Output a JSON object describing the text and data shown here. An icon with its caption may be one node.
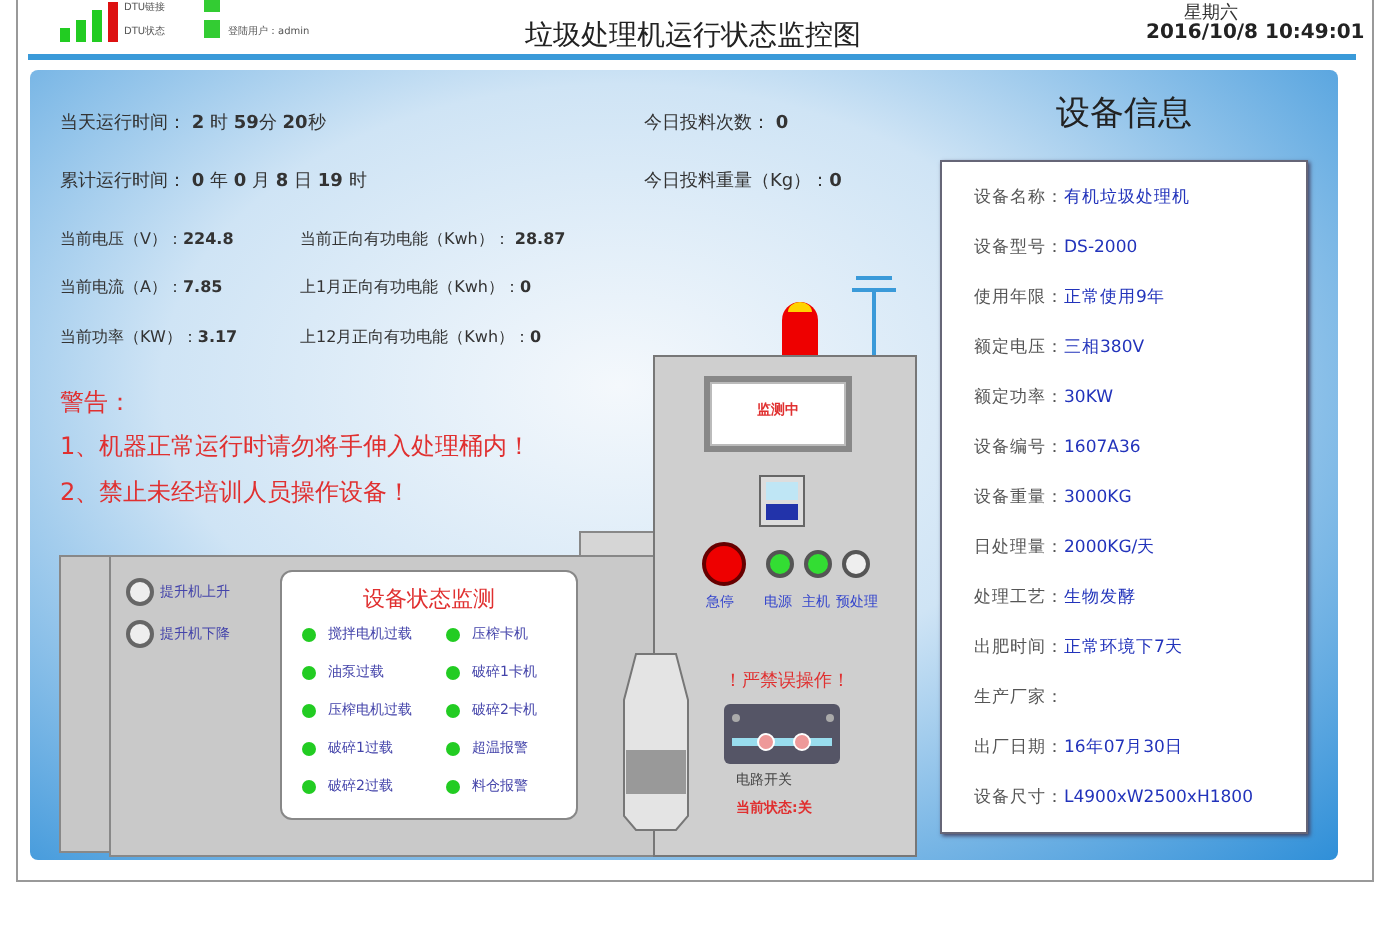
{
  "diagram": {
    "title": "垃圾处理机运行状态监控图",
    "nodes": [
      {
        "text": [
          "设备信息",
          "设备名称：有机垃圾处理机",
          "设备型号：DS-2000",
          "使用年限：正常使用9年",
          "额定电压：三相380V",
          "额定功率：30KW",
          "设备编号：1607A36",
          "设备重量：3000KG",
          "日处理量：2000KG/天",
          "处理工艺：生物发酵",
          "出肥时间：正常环境下7天",
          "生产厂家：",
          "出厂日期：16年07月30日",
          "设备尺寸：L4900xW2500xH1800"
        ]
      },
      {
        "text": [
          "设备状态监测",
          "搅拌电机过载",
          "压榨卡机",
          "油泵过载",
          "破碎1卡机",
          "压榨电机过载",
          "破碎2卡机",
          "破碎1过载",
          "超温报警",
          "破碎2过载",
          "料仓报警"
        ]
      },
      {
        "text": [
          "监测中"
        ]
      }
    ],
    "labels": [
      "DTU链接",
      "DTU状态",
      "登陆用户：admin",
      "星期六",
      "2016/10/8 10:49:01",
      "当天运行时间： **2** 时 **59**分 **20**秒",
      "今日投料次数：  **0**",
      "累计运行时间： **0** 年 **0** 月 **8** 日 **19** 时",
      "今日投料重量（Kg）：**0**",
      "当前电压（V）：**224.8**",
      "当前正向有功电能（Kwh）：  **28.87**",
      "当前电流（A）：**7.85**",
      "上1月正向有功电能（Kwh）：**0**",
      "当前功率（KW）：**3.17**",
      "上12月正向有功电能（Kwh）：**0**",
      "警告：",
      "1、机器正常运行时请勿将手伸入处理桶内！",
      "2、禁止未经培训人员操作设备！",
      "提升机上升",
      "提升机下降",
      "急停",
      "电源",
      "主机",
      "预处理",
      "！严禁误操作！",
      "电路开关",
      "当前状态:关"
    ]
  }
}
